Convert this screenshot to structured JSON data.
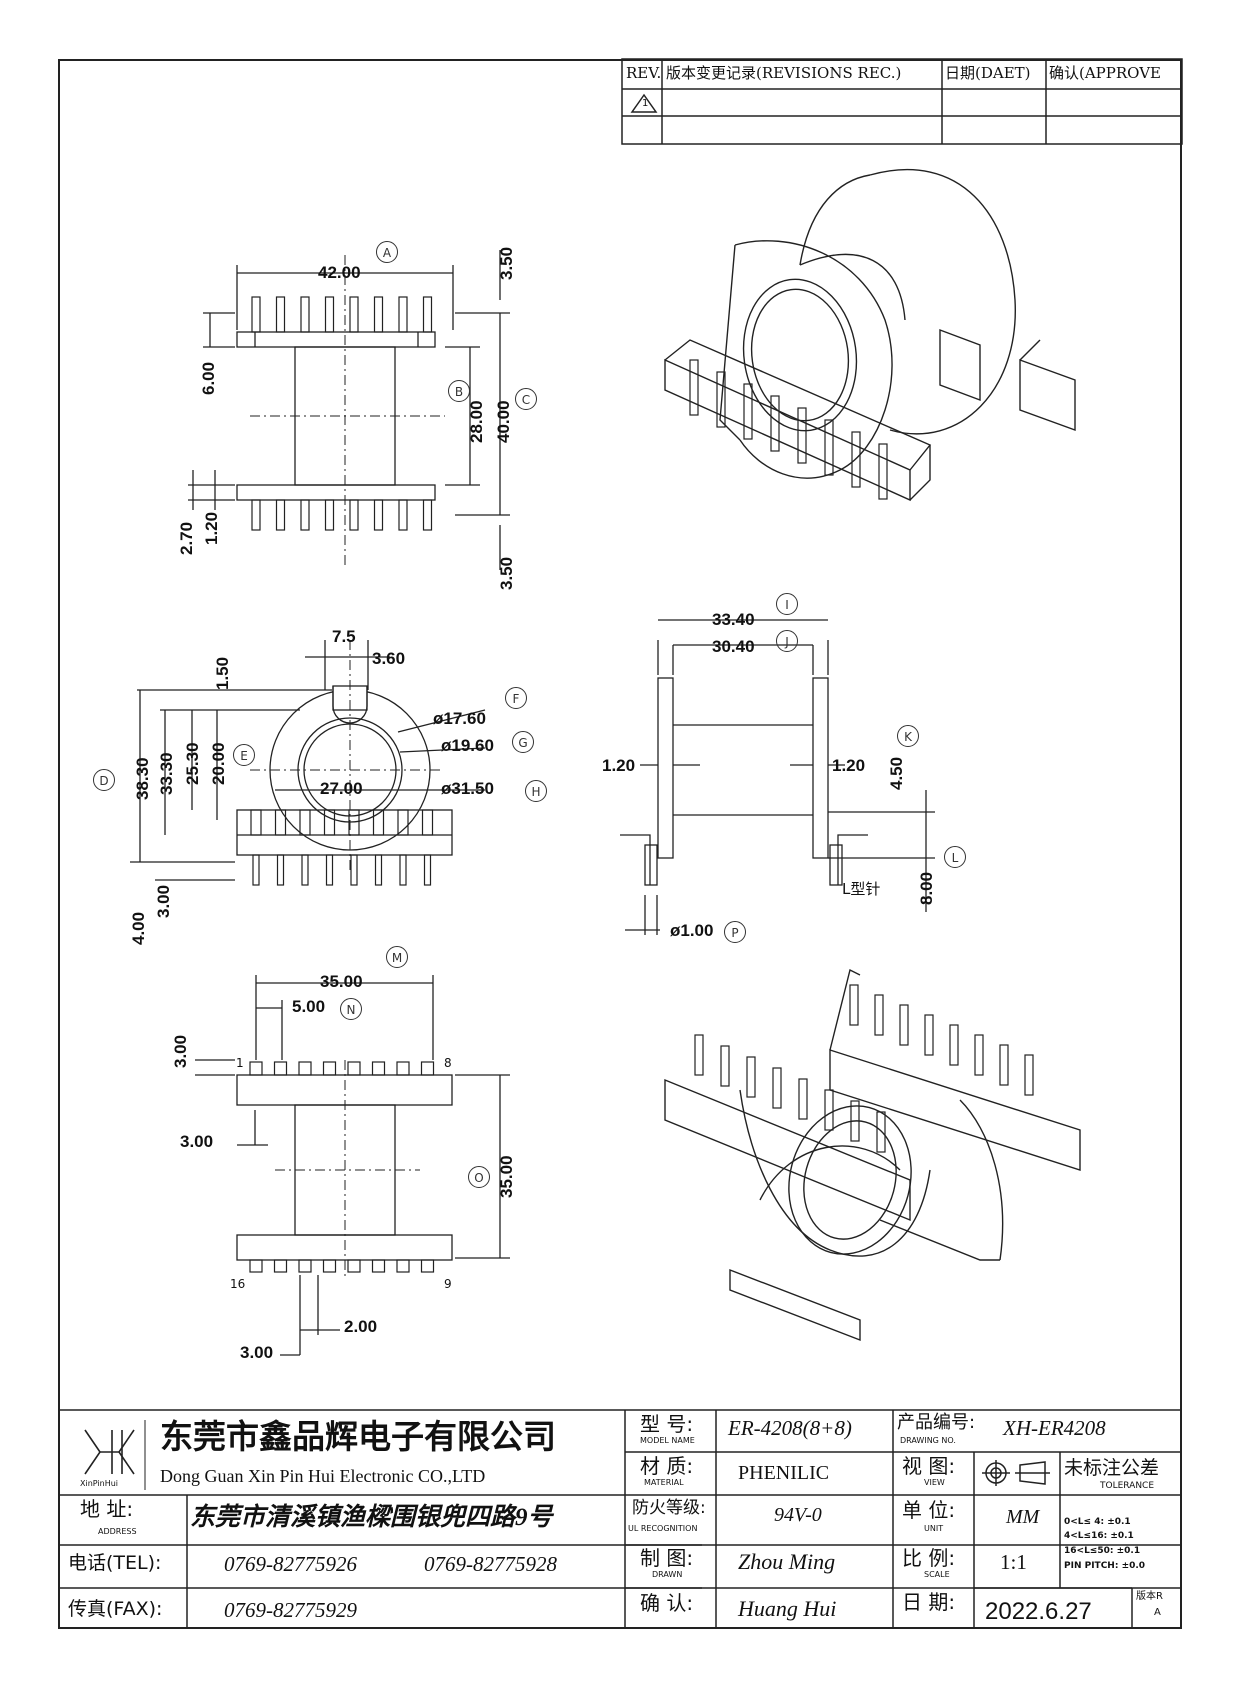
{
  "revision_block": {
    "col_rev": "REV.",
    "col_record": "版本变更记录(REVISIONS REC.)",
    "col_date": "日期(DAET)",
    "col_approve": "确认(APPROVE",
    "rev_mark": "1"
  },
  "dimensions": {
    "top_view": {
      "width": "42.00",
      "pin_pitch_top": "3.50",
      "pin_pitch_bottom": "3.50",
      "pin_row": "6.00",
      "body": "28.00",
      "overall": "40.00",
      "lead_a": "2.70",
      "lead_b": "1.20"
    },
    "front_view": {
      "slot": "7.5",
      "slot_depth": "3.60",
      "top": "1.50",
      "height_total": "38.30",
      "height_b": "33.30",
      "height_c": "25.30",
      "center": "20.00",
      "inner_dia": "ø17.60",
      "mid_dia": "ø19.60",
      "outer_dia": "ø31.50",
      "flange": "27.00",
      "pin_len": "4.00",
      "pin_offset": "3.00"
    },
    "side_view": {
      "overall": "33.40",
      "inner": "30.40",
      "wall_left": "1.20",
      "wall_right": "1.20",
      "k": "4.50",
      "l": "8.00",
      "pin_dia": "ø1.00",
      "pin_type": "L型针"
    },
    "bottom_view": {
      "overall": "35.00",
      "pitch": "5.00",
      "edge": "3.00",
      "side": "3.00",
      "depth": "35.00",
      "bottom_edge": "3.00",
      "gap": "2.00",
      "pin_first": "1",
      "pin_eighth": "8",
      "pin_sixteen": "16",
      "pin_ninth": "9"
    }
  },
  "callouts": [
    "A",
    "B",
    "C",
    "D",
    "E",
    "F",
    "G",
    "H",
    "I",
    "J",
    "K",
    "L",
    "M",
    "N",
    "O",
    "P"
  ],
  "title_block": {
    "company_cn": "东莞市鑫品辉电子有限公司",
    "company_en": "Dong Guan Xin Pin Hui Electronic CO.,LTD",
    "logo_text": "XinPinHui",
    "model_label": "型 号:",
    "model_sub": "MODEL NAME",
    "model_value": "ER-4208(8+8)",
    "material_label": "材 质:",
    "material_sub": "MATERIAL",
    "material_value": "PHENILIC",
    "fire_label": "防火等级:",
    "fire_sub": "UL RECOGNITION",
    "fire_value": "94V-0",
    "drawn_label": "制 图:",
    "drawn_sub": "DRAWN",
    "drawn_value": "Zhou Ming",
    "check_label": "确 认:",
    "check_value": "Huang Hui",
    "drawing_no_label": "产品编号:",
    "drawing_no_sub": "DRAWING NO.",
    "drawing_no_value": "XH-ER4208",
    "view_label": "视 图:",
    "view_sub": "VIEW",
    "unit_label": "单 位:",
    "unit_sub": "UNIT",
    "unit_value": "MM",
    "scale_label": "比 例:",
    "scale_sub": "SCALE",
    "scale_value": "1:1",
    "date_label": "日 期:",
    "date_value": "2022.6.27",
    "tolerance_label": "未标注公差",
    "tolerance_sub": "TOLERANCE",
    "tol_rows": [
      "0<L≤ 4:  ±0.1",
      "4<L≤16:  ±0.1",
      "16<L≤50: ±0.1",
      "PIN PITCH:  ±0.0"
    ],
    "version_label": "版本R",
    "version_value": "A",
    "address_label": "地 址:",
    "address_sub": "ADDRESS",
    "address_value": "东莞市清溪镇渔樑围银兜四路9号",
    "tel_label": "电话(TEL):",
    "tel_value_1": "0769-82775926",
    "tel_value_2": "0769-82775928",
    "fax_label": "传真(FAX):",
    "fax_value": "0769-82775929"
  }
}
